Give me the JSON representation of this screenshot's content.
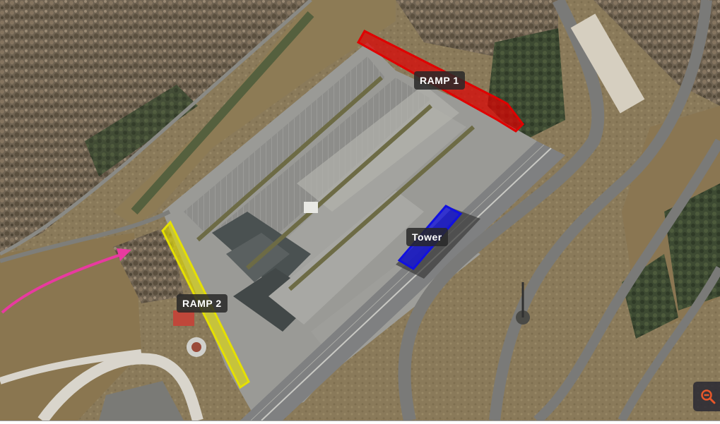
{
  "map": {
    "overlays": [
      {
        "id": "ramp1",
        "label": "RAMP 1",
        "color": "#e00000"
      },
      {
        "id": "tower",
        "label": "Tower",
        "color": "#1010e0"
      },
      {
        "id": "ramp2",
        "label": "RAMP 2",
        "color": "#e5e000"
      }
    ],
    "arrow_color": "#e83aa0",
    "controls": {
      "zoom_icon": "magnifier-minus-icon",
      "zoom_icon_color": "#e8572a"
    }
  }
}
